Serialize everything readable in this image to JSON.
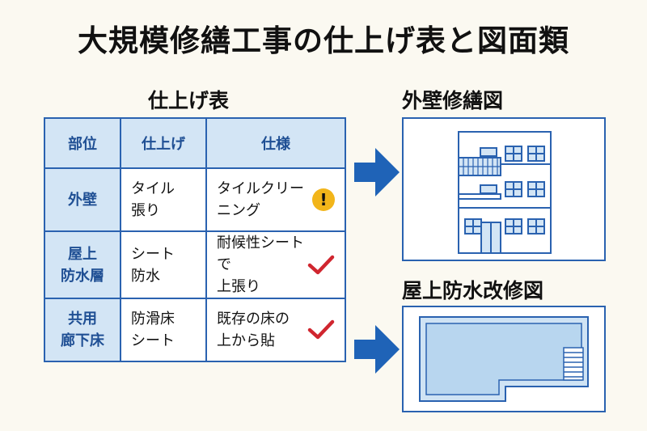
{
  "title": "大規模修繕工事の仕上げ表と図面類",
  "table": {
    "title": "仕上げ表",
    "headers": [
      "部位",
      "仕上げ",
      "仕様"
    ],
    "rows": [
      {
        "part": [
          "外壁"
        ],
        "finish": [
          "タイル",
          "張り"
        ],
        "spec": [
          "タイルクリー",
          "ニング"
        ],
        "mark": "warning-icon"
      },
      {
        "part": [
          "屋上",
          "防水層"
        ],
        "finish": [
          "シート",
          "防水"
        ],
        "spec": [
          "耐候性シートで",
          "上張り"
        ],
        "mark": "check-icon"
      },
      {
        "part": [
          "共用",
          "廊下床"
        ],
        "finish": [
          "防滑床",
          "シート"
        ],
        "spec": [
          "既存の床の",
          "上から貼"
        ],
        "mark": "check-icon"
      }
    ],
    "warning_symbol": "!"
  },
  "drawings": {
    "elevation_title": "外壁修繕図",
    "roof_title": "屋上防水改修図"
  },
  "colors": {
    "accent": "#2a62b0",
    "header_fill": "#d3e5f5",
    "warning": "#f2b51a",
    "check": "#d0262f",
    "background": "#fbf9f1"
  }
}
